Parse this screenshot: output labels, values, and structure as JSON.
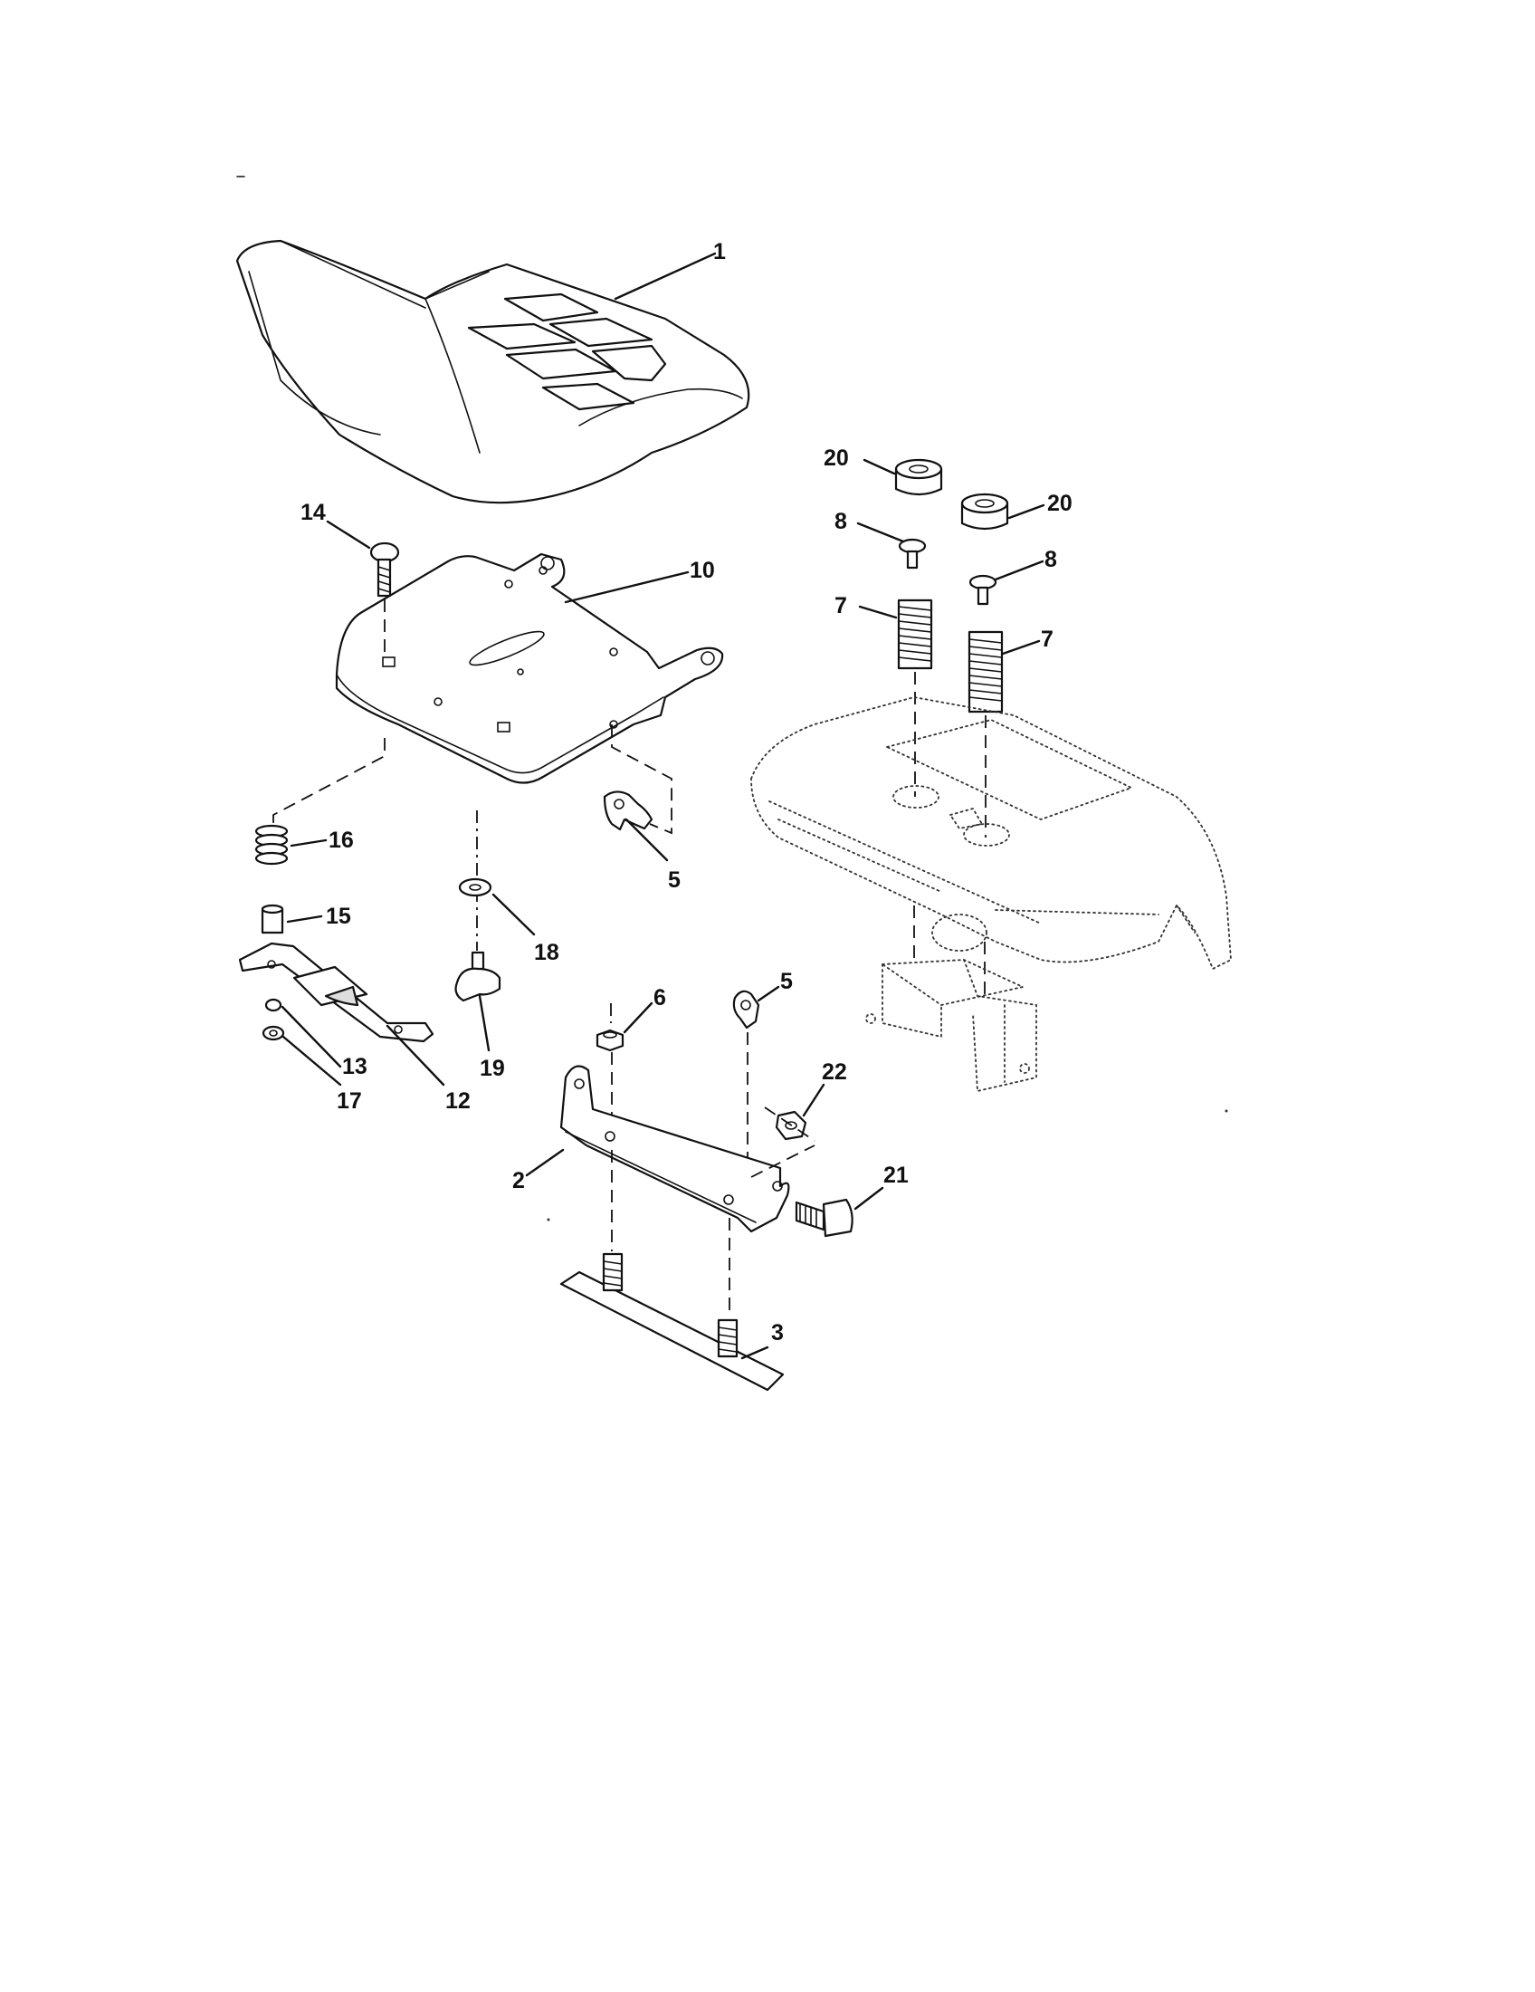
{
  "diagram": {
    "callouts": [
      "1",
      "2",
      "3",
      "5",
      "5",
      "6",
      "7",
      "7",
      "8",
      "8",
      "10",
      "12",
      "13",
      "14",
      "15",
      "16",
      "17",
      "18",
      "19",
      "20",
      "20",
      "21",
      "22"
    ]
  }
}
